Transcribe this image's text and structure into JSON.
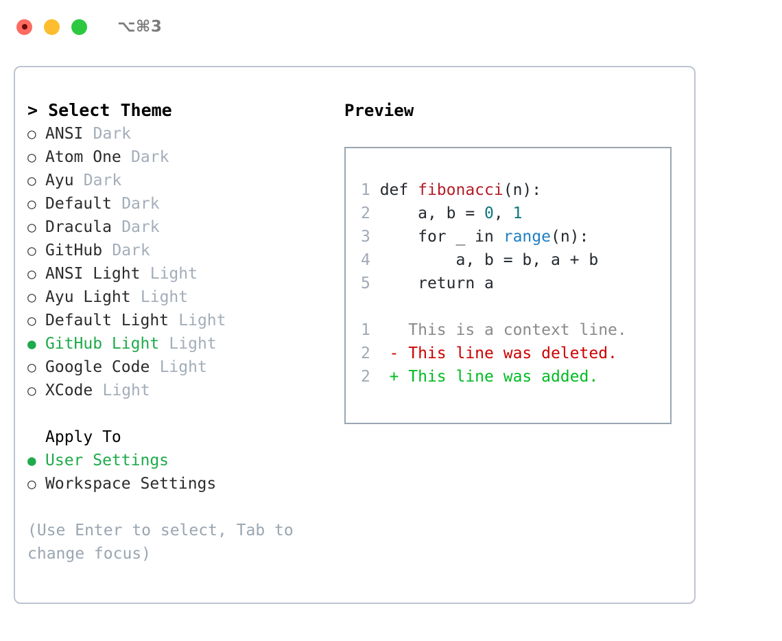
{
  "titlebar": {
    "shortcut": "⌥⌘3",
    "lights": [
      {
        "name": "close-button",
        "color": "#fd6b61"
      },
      {
        "name": "minimize-button",
        "color": "#fdbd2f"
      },
      {
        "name": "maximize-button",
        "color": "#2dc840"
      }
    ]
  },
  "theme_picker": {
    "header": "> Select Theme",
    "bullet_unselected": "○",
    "bullet_selected": "●",
    "items": [
      {
        "label": "ANSI",
        "tag": "Dark",
        "selected": false
      },
      {
        "label": "Atom One",
        "tag": "Dark",
        "selected": false
      },
      {
        "label": "Ayu",
        "tag": "Dark",
        "selected": false
      },
      {
        "label": "Default",
        "tag": "Dark",
        "selected": false
      },
      {
        "label": "Dracula",
        "tag": "Dark",
        "selected": false
      },
      {
        "label": "GitHub",
        "tag": "Dark",
        "selected": false
      },
      {
        "label": "ANSI Light",
        "tag": "Light",
        "selected": false
      },
      {
        "label": "Ayu Light",
        "tag": "Light",
        "selected": false
      },
      {
        "label": "Default Light",
        "tag": "Light",
        "selected": false
      },
      {
        "label": "GitHub Light",
        "tag": "Light",
        "selected": true
      },
      {
        "label": "Google Code",
        "tag": "Light",
        "selected": false
      },
      {
        "label": "XCode",
        "tag": "Light",
        "selected": false
      }
    ]
  },
  "apply_to": {
    "header": "Apply To",
    "items": [
      {
        "label": "User Settings",
        "selected": true
      },
      {
        "label": "Workspace Settings",
        "selected": false
      }
    ]
  },
  "help": {
    "text": "(Use Enter to select, Tab to change focus)"
  },
  "preview": {
    "title": "Preview",
    "code_lines": [
      {
        "num": "1",
        "segments": [
          {
            "text": "def ",
            "style": "plain"
          },
          {
            "text": "fibonacci",
            "style": "fn"
          },
          {
            "text": "(n):",
            "style": "plain"
          }
        ]
      },
      {
        "num": "2",
        "segments": [
          {
            "text": "    a, b = ",
            "style": "plain"
          },
          {
            "text": "0",
            "style": "num"
          },
          {
            "text": ", ",
            "style": "plain"
          },
          {
            "text": "1",
            "style": "num"
          }
        ]
      },
      {
        "num": "3",
        "segments": [
          {
            "text": "    for _ in ",
            "style": "plain"
          },
          {
            "text": "range",
            "style": "call"
          },
          {
            "text": "(n):",
            "style": "plain"
          }
        ]
      },
      {
        "num": "4",
        "segments": [
          {
            "text": "        a, b = b, a + b",
            "style": "plain"
          }
        ]
      },
      {
        "num": "5",
        "segments": [
          {
            "text": "    return a",
            "style": "plain"
          }
        ]
      }
    ],
    "diff_lines": [
      {
        "num": "1",
        "marker": "  ",
        "text": "This is a context line.",
        "kind": "context"
      },
      {
        "num": "2",
        "marker": "- ",
        "text": "This line was deleted.",
        "kind": "deleted"
      },
      {
        "num": "2",
        "marker": "+ ",
        "text": "This line was added.",
        "kind": "added"
      }
    ]
  },
  "colors": {
    "accent_green": "#1faa4b",
    "muted_gray": "#a3adb9",
    "help_gray": "#9aa5b1",
    "border": "#bcc4cf",
    "preview_border": "#9aa5b1",
    "syntax_function": "#b31d28",
    "syntax_number": "#0d7680",
    "syntax_call": "#1f7fc4",
    "diff_deleted": "#cc0000",
    "diff_added": "#00bb22",
    "diff_context": "#8a8a8a"
  }
}
